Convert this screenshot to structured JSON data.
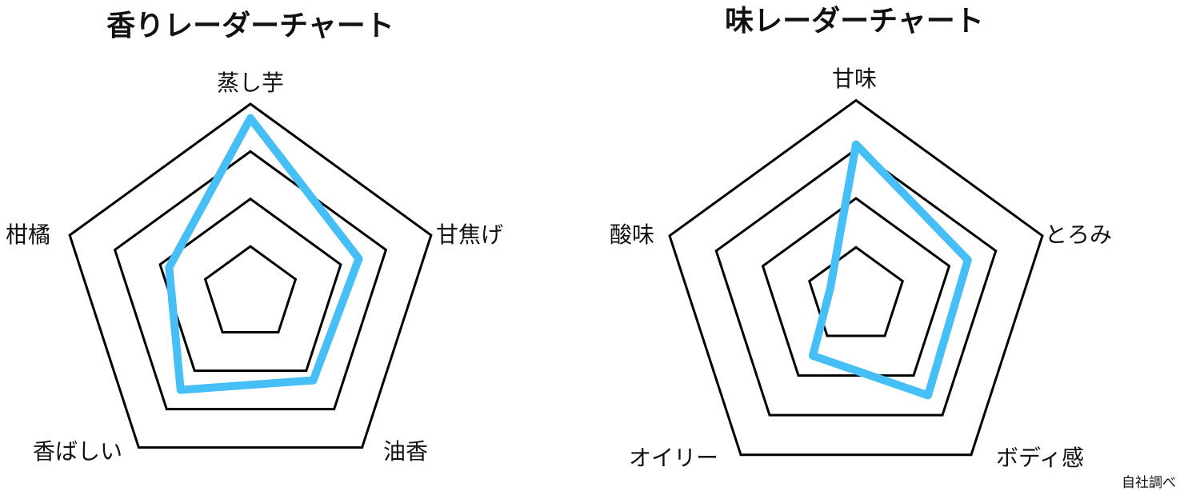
{
  "chart_data": [
    {
      "type": "radar",
      "title": "香りレーダーチャート",
      "axes": [
        "蒸し芋",
        "甘焦げ",
        "油香",
        "香ばしい",
        "柑橘"
      ],
      "values": [
        3.7,
        2.4,
        2.25,
        2.5,
        1.8
      ],
      "rmax": 4,
      "rings": [
        1,
        2,
        3,
        4
      ],
      "series_color": "#45BFF5"
    },
    {
      "type": "radar",
      "title": "味レーダーチャート",
      "axes": [
        "甘味",
        "とろみ",
        "ボディ感",
        "オイリー",
        "酸味"
      ],
      "values": [
        3.1,
        2.4,
        2.5,
        1.5,
        0.55
      ],
      "rmax": 4,
      "rings": [
        1,
        2,
        3,
        4
      ],
      "series_color": "#45BFF5"
    }
  ],
  "footnote": "自社調べ"
}
